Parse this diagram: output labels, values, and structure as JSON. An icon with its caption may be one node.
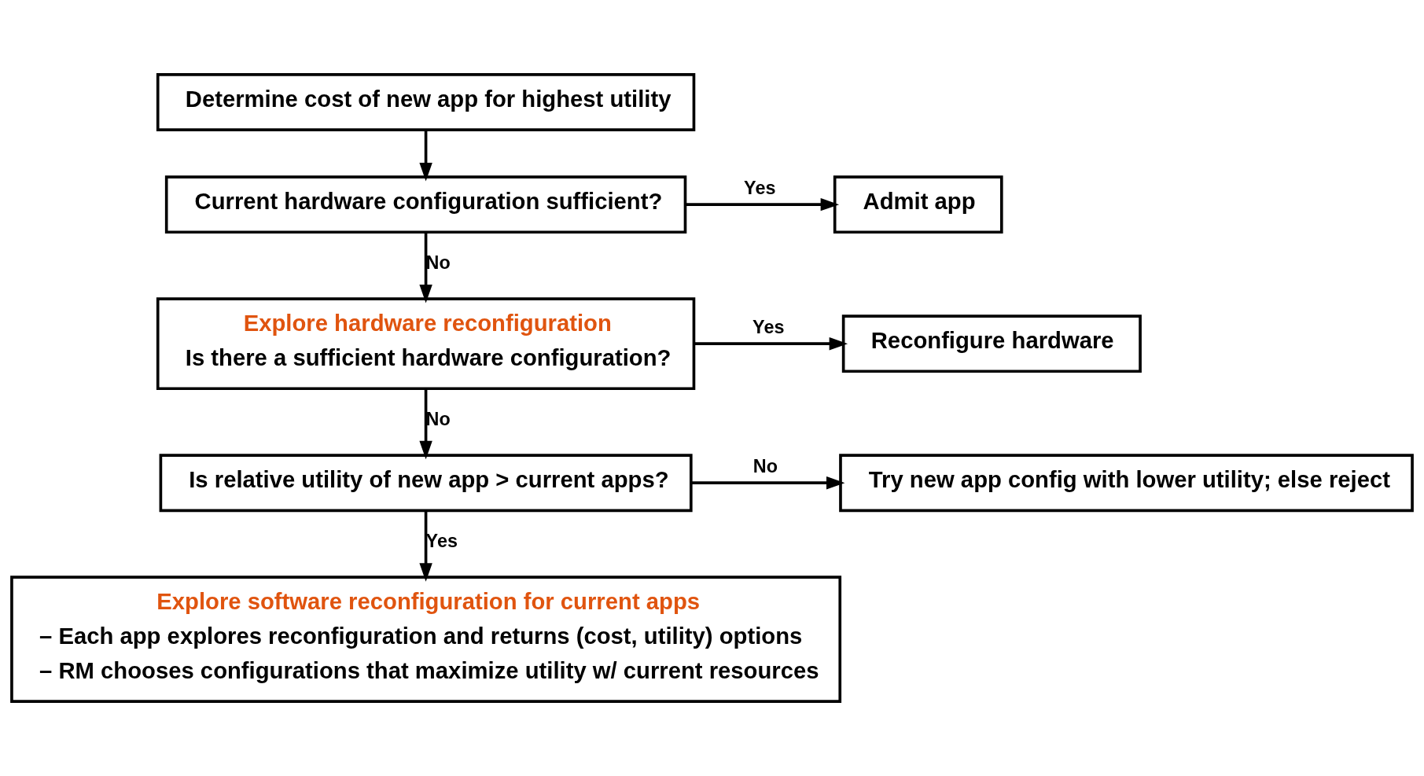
{
  "diagram": {
    "nodes": [
      {
        "text": [
          "Determine cost of new app for highest utility"
        ]
      },
      {
        "text": [
          "Current hardware configuration sufficient?"
        ]
      },
      {
        "text": [
          "Admit app"
        ]
      },
      {
        "text": [
          "Explore hardware reconfiguration",
          "Is there a sufficient hardware configuration?"
        ]
      },
      {
        "text": [
          "Reconfigure hardware"
        ]
      },
      {
        "text": [
          "Is relative utility of new app > current apps?"
        ]
      },
      {
        "text": [
          "Try new app config with lower utility; else reject"
        ]
      },
      {
        "text": [
          "Explore software reconfiguration for current apps",
          "– Each app explores reconfiguration and returns (cost, utility) options",
          "– RM chooses configurations that maximize utility w/ current resources"
        ]
      }
    ],
    "edges": [
      {
        "from": 0,
        "to": 1,
        "arrow": "to"
      },
      {
        "from": 1,
        "to": 2,
        "arrow": "to",
        "label": "Yes"
      },
      {
        "from": 1,
        "to": 3,
        "arrow": "to",
        "label": "No"
      },
      {
        "from": 3,
        "to": 4,
        "arrow": "to",
        "label": "Yes"
      },
      {
        "from": 3,
        "to": 5,
        "arrow": "to",
        "label": "No"
      },
      {
        "from": 5,
        "to": 6,
        "arrow": "to",
        "label": "No"
      },
      {
        "from": 5,
        "to": 7,
        "arrow": "to",
        "label": "Yes"
      }
    ]
  }
}
